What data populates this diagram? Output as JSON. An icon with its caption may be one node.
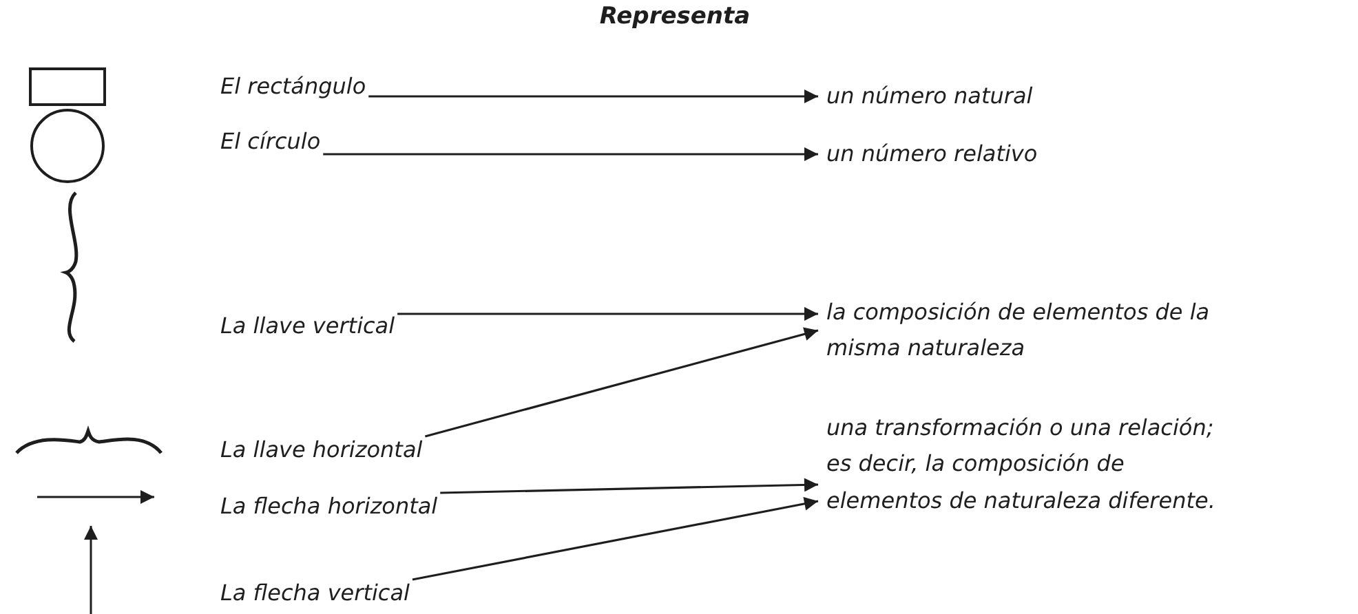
{
  "diagram": {
    "title": "Representa",
    "nodes": [
      {
        "text": [
          "El rectángulo"
        ]
      },
      {
        "text": [
          "El círculo"
        ]
      },
      {
        "text": [
          "La llave vertical"
        ]
      },
      {
        "text": [
          "La llave horizontal"
        ]
      },
      {
        "text": [
          "La flecha horizontal"
        ]
      },
      {
        "text": [
          "La flecha vertical"
        ]
      },
      {
        "text": [
          "un número natural"
        ]
      },
      {
        "text": [
          "un número relativo"
        ]
      },
      {
        "text": [
          "la composición de elementos de la misma naturaleza"
        ]
      },
      {
        "text": [
          "una transformación o una relación; es decir, la composición de elementos de naturaleza diferente."
        ]
      }
    ],
    "edges": [
      {
        "from": 0,
        "to": 6,
        "arrow": "to"
      },
      {
        "from": 1,
        "to": 7,
        "arrow": "to"
      },
      {
        "from": 2,
        "to": 8,
        "arrow": "to"
      },
      {
        "from": 3,
        "to": 8,
        "arrow": "to"
      },
      {
        "from": 4,
        "to": 9,
        "arrow": "to"
      },
      {
        "from": 5,
        "to": 9,
        "arrow": "to"
      }
    ]
  }
}
